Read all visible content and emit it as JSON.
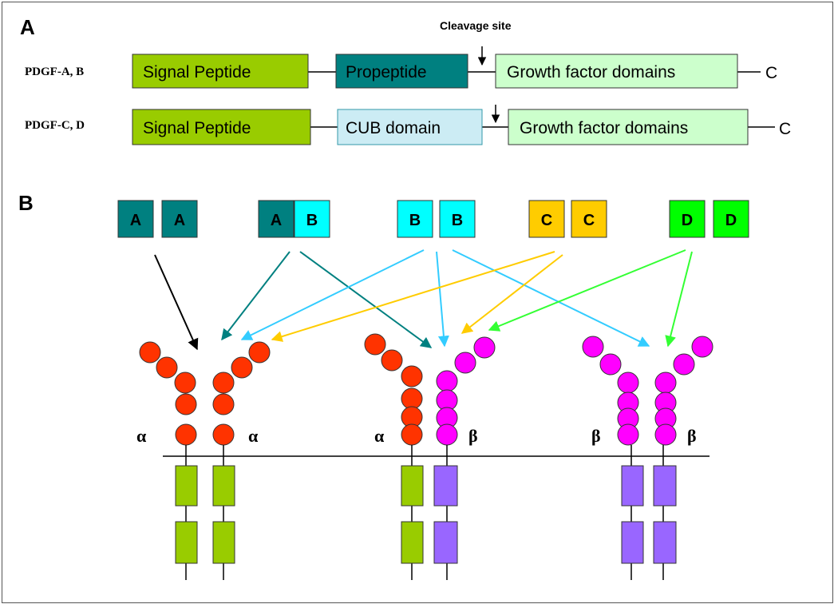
{
  "panel_a": {
    "label": "A",
    "cleavage_label": "Cleavage site",
    "rows": [
      {
        "label": "PDGF-A, B",
        "blocks": [
          {
            "text": "Signal Peptide",
            "fill": "#99CC00"
          },
          {
            "text": "Propeptide",
            "fill": "#008080"
          },
          {
            "text": "Growth factor domains",
            "fill": "#CCFFCC"
          }
        ],
        "c_terminus": "C"
      },
      {
        "label": "PDGF-C, D",
        "blocks": [
          {
            "text": "Signal Peptide",
            "fill": "#99CC00"
          },
          {
            "text": "CUB domain",
            "fill": "#CCECF4"
          },
          {
            "text": "Growth factor domains",
            "fill": "#CCFFCC"
          }
        ],
        "c_terminus": "C"
      }
    ]
  },
  "panel_b": {
    "label": "B",
    "ligands": [
      {
        "left": "A",
        "right": "A",
        "left_fill": "#008080",
        "right_fill": "#008080"
      },
      {
        "left": "A",
        "right": "B",
        "left_fill": "#008080",
        "right_fill": "#00FFFF"
      },
      {
        "left": "B",
        "right": "B",
        "left_fill": "#00FFFF",
        "right_fill": "#00FFFF"
      },
      {
        "left": "C",
        "right": "C",
        "left_fill": "#FFCC00",
        "right_fill": "#FFCC00"
      },
      {
        "left": "D",
        "right": "D",
        "left_fill": "#00FF00",
        "right_fill": "#00FF00"
      }
    ],
    "receptors": [
      {
        "left_chain": "α",
        "right_chain": "α"
      },
      {
        "left_chain": "α",
        "right_chain": "β"
      },
      {
        "left_chain": "β",
        "right_chain": "β"
      }
    ],
    "colors": {
      "alpha_domain": "#FF3300",
      "beta_domain": "#FF00FF",
      "alpha_kinase": "#99CC00",
      "beta_kinase": "#9966FF",
      "arrow_black": "#000000",
      "arrow_teal": "#008080",
      "arrow_cyan": "#33CCFF",
      "arrow_yellow": "#FFCC00",
      "arrow_green": "#33FF33"
    }
  }
}
